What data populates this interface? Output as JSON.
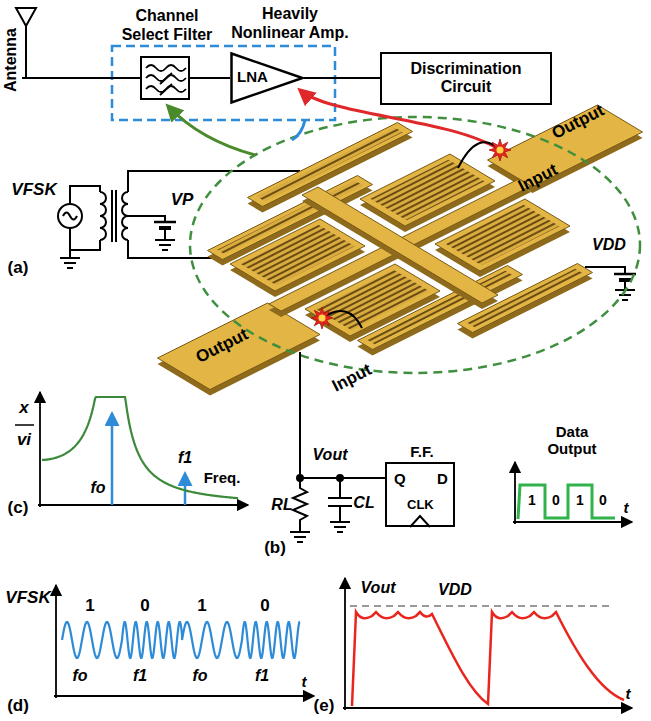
{
  "diagram": {
    "nodes": [
      {
        "text": [
          "Antenna"
        ]
      },
      {
        "text": [
          "Channel Select Filter"
        ]
      },
      {
        "text": [
          "Heavily Nonlinear Amp.",
          "LNA"
        ]
      },
      {
        "text": [
          "Discrimination Circuit"
        ]
      },
      {
        "text": [
          "F.F.",
          "Q",
          "D",
          "CLK"
        ]
      }
    ],
    "edges": [
      {
        "from": 0,
        "to": 1,
        "arrow": "none"
      },
      {
        "from": 1,
        "to": 2,
        "arrow": "none"
      },
      {
        "from": 2,
        "to": 3,
        "arrow": "none"
      }
    ],
    "labels": [
      "VFSK",
      "VP",
      "(a)",
      "Output",
      "Input",
      "Input",
      "Output",
      "VDD",
      "x",
      "vi",
      "fo",
      "f1",
      "Freq.",
      "(c)",
      "Vout",
      "RL",
      "CL",
      "(b)",
      "Data Output",
      "1",
      "0",
      "1",
      "0",
      "t",
      "VFSK",
      "1",
      "0",
      "1",
      "0",
      "fo",
      "f1",
      "fo",
      "f1",
      "t",
      "(d)",
      "Vout",
      "VDD",
      "t",
      "(e)"
    ]
  }
}
